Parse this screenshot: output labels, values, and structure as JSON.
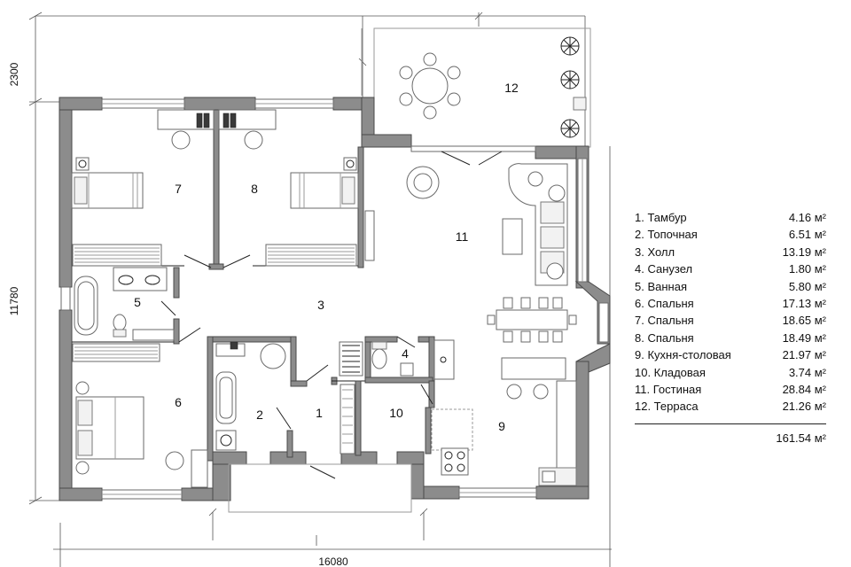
{
  "dimensions": {
    "top_height": "2300",
    "left_height": "11780",
    "bottom_width": "16080"
  },
  "rooms": [
    {
      "id": "1",
      "name": "Тамбур",
      "area": "4.16 м²"
    },
    {
      "id": "2",
      "name": "Топочная",
      "area": "6.51 м²"
    },
    {
      "id": "3",
      "name": "Холл",
      "area": "13.19 м²"
    },
    {
      "id": "4",
      "name": "Санузел",
      "area": "1.80 м²"
    },
    {
      "id": "5",
      "name": "Ванная",
      "area": "5.80 м²"
    },
    {
      "id": "6",
      "name": "Спальня",
      "area": "17.13 м²"
    },
    {
      "id": "7",
      "name": "Спальня",
      "area": "18.65 м²"
    },
    {
      "id": "8",
      "name": "Спальня",
      "area": "18.49 м²"
    },
    {
      "id": "9",
      "name": "Кухня-столовая",
      "area": "21.97 м²"
    },
    {
      "id": "10",
      "name": "Кладовая",
      "area": "3.74 м²"
    },
    {
      "id": "11",
      "name": "Гостиная",
      "area": "28.84 м²"
    },
    {
      "id": "12",
      "name": "Терраса",
      "area": "21.26 м²"
    }
  ],
  "legend": {
    "labels": [
      "1. Тамбур",
      "2. Топочная",
      "3. Холл",
      "4. Санузел",
      "5. Ванная",
      "6. Спальня",
      "7. Спальня",
      "8. Спальня",
      "9. Кухня-столовая",
      "10. Кладовая",
      "11. Гостиная",
      "12. Терраса"
    ],
    "total": "161.54 м²"
  }
}
